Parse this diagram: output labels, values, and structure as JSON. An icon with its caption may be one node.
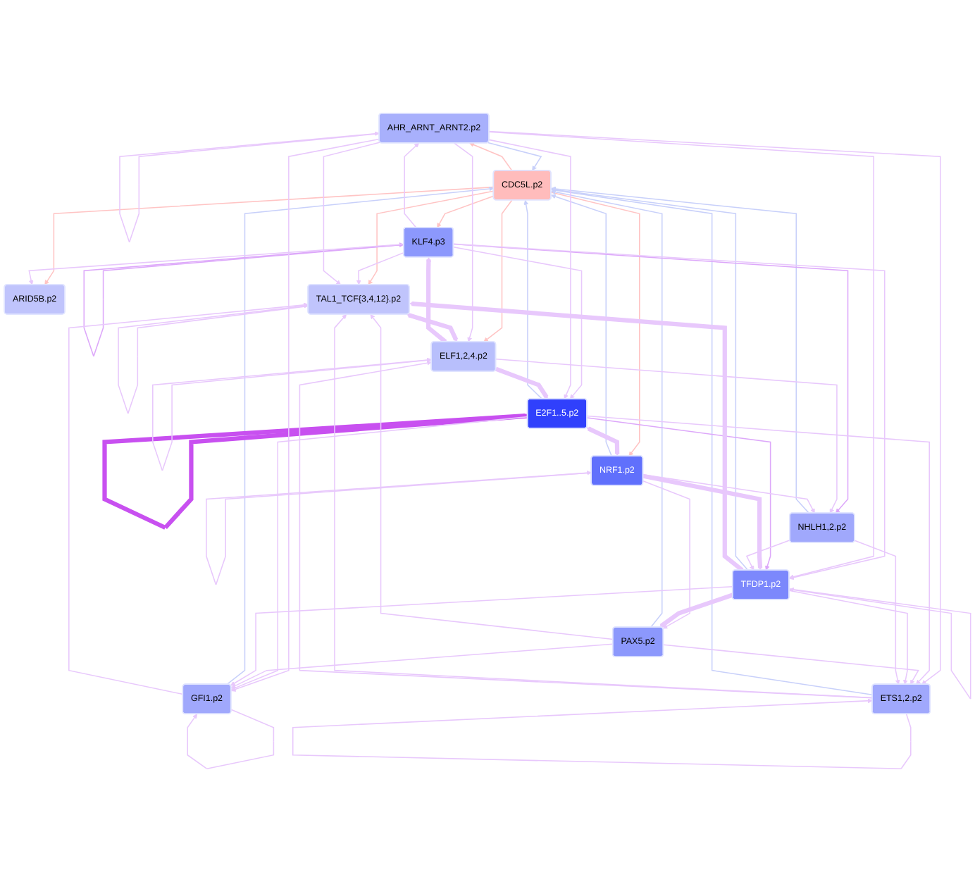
{
  "diagram": {
    "nodes": [
      {
        "text": [
          "ARID5B.p2"
        ]
      },
      {
        "text": [
          "AHR_ARNT_ARNT2.p2"
        ]
      },
      {
        "text": [
          "KLF4.p3"
        ]
      },
      {
        "text": [
          "TAL1_TCF{3,4,12}.p2"
        ]
      },
      {
        "text": [
          "E2F1..5.p2"
        ]
      },
      {
        "text": [
          "ELF1,2,4.p2"
        ]
      },
      {
        "text": [
          "CDC5L.p2"
        ]
      },
      {
        "text": [
          "NRF1.p2"
        ]
      },
      {
        "text": [
          "NHLH1,2.p2"
        ]
      },
      {
        "text": [
          "GFI1.p2"
        ]
      },
      {
        "text": [
          "PAX5.p2"
        ]
      },
      {
        "text": [
          "TFDP1.p2"
        ]
      },
      {
        "text": [
          "ETS1,2.p2"
        ]
      }
    ],
    "edges": [
      {
        "from": 6,
        "to": 0,
        "arrow": "to",
        "color": "#ffc4c4"
      },
      {
        "from": 6,
        "to": 2,
        "arrow": "to",
        "color": "#ffc4c4"
      },
      {
        "from": 6,
        "to": 1,
        "arrow": "to",
        "color": "#ffc4c4"
      },
      {
        "from": 6,
        "to": 3,
        "arrow": "to",
        "color": "#ffc4c4"
      },
      {
        "from": 6,
        "to": 5,
        "arrow": "to",
        "color": "#ffc4c4"
      },
      {
        "from": 6,
        "to": 7,
        "arrow": "to",
        "color": "#ffc4c4"
      },
      {
        "from": 4,
        "to": 6,
        "arrow": "to",
        "color": "#c8d0fa"
      },
      {
        "from": 1,
        "to": 6,
        "arrow": "to",
        "color": "#c8d0fa"
      },
      {
        "from": 7,
        "to": 6,
        "arrow": "to",
        "color": "#c8d0fa"
      },
      {
        "from": 9,
        "to": 6,
        "arrow": "to",
        "color": "#c8d0fa"
      },
      {
        "from": 11,
        "to": 6,
        "arrow": "to",
        "color": "#c8d0fa"
      },
      {
        "from": 12,
        "to": 6,
        "arrow": "to",
        "color": "#c8d0fa"
      },
      {
        "from": 10,
        "to": 6,
        "arrow": "to",
        "color": "#c8d0fa"
      },
      {
        "from": 8,
        "to": 6,
        "arrow": "to",
        "color": "#c8d0fa"
      },
      {
        "from": 1,
        "to": 1,
        "arrow": "to"
      },
      {
        "from": 2,
        "to": 2,
        "arrow": "to",
        "color": "#dda8fa"
      },
      {
        "from": 3,
        "to": 3,
        "arrow": "to"
      },
      {
        "from": 4,
        "to": 4,
        "arrow": "to",
        "style": "thick",
        "color": "#c850f0"
      },
      {
        "from": 5,
        "to": 5,
        "arrow": "to"
      },
      {
        "from": 7,
        "to": 7,
        "arrow": "to"
      },
      {
        "from": 9,
        "to": 9,
        "arrow": "to"
      },
      {
        "from": 11,
        "to": 11,
        "arrow": "to"
      },
      {
        "from": 12,
        "to": 12,
        "arrow": "to"
      },
      {
        "from": 2,
        "to": 0,
        "arrow": "to"
      },
      {
        "from": 2,
        "to": 1,
        "arrow": "to"
      },
      {
        "from": 2,
        "to": 3,
        "arrow": "to"
      },
      {
        "from": 2,
        "to": 4,
        "arrow": "to"
      },
      {
        "from": 5,
        "to": 2,
        "arrow": "to",
        "style": "thick"
      },
      {
        "from": 2,
        "to": 8,
        "arrow": "to",
        "color": "#dda8fa"
      },
      {
        "from": 2,
        "to": 11,
        "arrow": "to"
      },
      {
        "from": 1,
        "to": 3,
        "arrow": "to"
      },
      {
        "from": 1,
        "to": 5,
        "arrow": "to"
      },
      {
        "from": 1,
        "to": 4,
        "arrow": "to"
      },
      {
        "from": 1,
        "to": 9,
        "arrow": "to"
      },
      {
        "from": 1,
        "to": 11,
        "arrow": "to"
      },
      {
        "from": 1,
        "to": 12,
        "arrow": "to"
      },
      {
        "from": 3,
        "to": 5,
        "arrow": "both",
        "style": "thick"
      },
      {
        "from": 5,
        "to": 4,
        "arrow": "to",
        "style": "thick"
      },
      {
        "from": 5,
        "to": 8,
        "arrow": "to"
      },
      {
        "from": 4,
        "to": 7,
        "arrow": "both",
        "style": "thick"
      },
      {
        "from": 4,
        "to": 11,
        "arrow": "to",
        "color": "#dda8fa"
      },
      {
        "from": 4,
        "to": 9,
        "arrow": "to"
      },
      {
        "from": 4,
        "to": 12,
        "arrow": "to"
      },
      {
        "from": 7,
        "to": 8,
        "arrow": "to"
      },
      {
        "from": 7,
        "to": 11,
        "arrow": "to",
        "style": "thick"
      },
      {
        "from": 7,
        "to": 10,
        "arrow": "to"
      },
      {
        "from": 10,
        "to": 9,
        "arrow": "to"
      },
      {
        "from": 10,
        "to": 3,
        "arrow": "to"
      },
      {
        "from": 10,
        "to": 12,
        "arrow": "to"
      },
      {
        "from": 11,
        "to": 10,
        "arrow": "to",
        "style": "thick"
      },
      {
        "from": 11,
        "to": 12,
        "arrow": "to"
      },
      {
        "from": 11,
        "to": 9,
        "arrow": "to"
      },
      {
        "from": 11,
        "to": 3,
        "arrow": "to",
        "style": "thick"
      },
      {
        "from": 12,
        "to": 3,
        "arrow": "to"
      },
      {
        "from": 12,
        "to": 5,
        "arrow": "to"
      },
      {
        "from": 8,
        "to": 11,
        "arrow": "to"
      },
      {
        "from": 8,
        "to": 12,
        "arrow": "to"
      },
      {
        "from": 9,
        "to": 3,
        "arrow": "to"
      }
    ]
  }
}
